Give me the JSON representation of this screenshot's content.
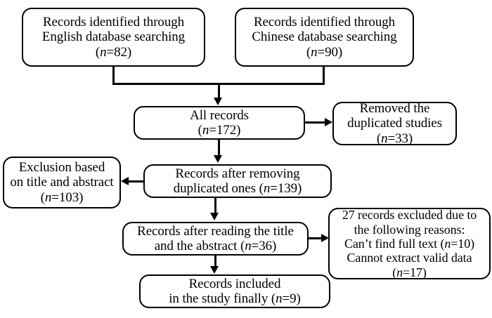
{
  "diagram": {
    "type": "prisma-study-selection-flowchart",
    "title": "",
    "colors": {
      "background": "#ffffff",
      "stroke": "#000000",
      "text": "#000000"
    },
    "nodes": {
      "english_db": {
        "name": "records-identified-english",
        "line1": "Records identified through",
        "line2": "English database searching",
        "count_prefix": "(",
        "count_italic": "n",
        "count_value": "=82)",
        "n": 82
      },
      "chinese_db": {
        "name": "records-identified-chinese",
        "line1": "Records identified through",
        "line2": "Chinese database searching",
        "count_prefix": "(",
        "count_italic": "n",
        "count_value": "=90)",
        "n": 90
      },
      "all_records": {
        "name": "all-records",
        "line1": "All records",
        "count_prefix": "(",
        "count_italic": "n",
        "count_value": "=172)",
        "n": 172
      },
      "removed_duplicates": {
        "name": "removed-duplicated-studies",
        "line1": "Removed the",
        "line2": "duplicated studies",
        "count_prefix": "(",
        "count_italic": "n",
        "count_value": "=33)",
        "n": 33
      },
      "after_removing": {
        "name": "records-after-removing-duplicates",
        "line1": "Records after removing",
        "line2_pre": "duplicated ones (",
        "line2_italic": "n",
        "line2_post": "=139)",
        "n": 139
      },
      "exclusion_title_abstract": {
        "name": "exclusion-title-abstract",
        "line1": "Exclusion based",
        "line2": "on title and abstract",
        "count_prefix": "(",
        "count_italic": "n",
        "count_value": "=103)",
        "n": 103
      },
      "after_reading": {
        "name": "records-after-reading-title-abstract",
        "line1": "Records after reading the title",
        "line2_pre": "and the abstract (",
        "line2_italic": "n",
        "line2_post": "=36)",
        "n": 36
      },
      "excluded_reasons": {
        "name": "records-excluded-with-reasons",
        "line1": "27 records excluded due to",
        "line2": "the following reasons:",
        "line3_pre": "Can’t find full text (",
        "line3_italic": "n",
        "line3_post": "=10)",
        "line4": "Cannot extract valid data",
        "count_prefix": "(",
        "count_italic": "n",
        "count_value": "=17)",
        "total_excluded": 27,
        "no_full_text": 10,
        "no_valid_data": 17
      },
      "included": {
        "name": "records-included-in-study",
        "line1": "Records included",
        "line2_pre": "in the study finally (",
        "line2_italic": "n",
        "line2_post": "=9)",
        "n": 9
      }
    },
    "edges": [
      {
        "from": "english_db",
        "to": "all_records",
        "style": "merge-down-arrow"
      },
      {
        "from": "chinese_db",
        "to": "all_records",
        "style": "merge-down-arrow"
      },
      {
        "from": "all_records",
        "to": "removed_duplicates",
        "style": "right-arrow"
      },
      {
        "from": "all_records",
        "to": "after_removing",
        "style": "down-arrow"
      },
      {
        "from": "after_removing",
        "to": "exclusion_title_abstract",
        "style": "left-arrow"
      },
      {
        "from": "after_removing",
        "to": "after_reading",
        "style": "down-arrow"
      },
      {
        "from": "after_reading",
        "to": "excluded_reasons",
        "style": "right-arrow"
      },
      {
        "from": "after_reading",
        "to": "included",
        "style": "down-arrow"
      }
    ]
  }
}
